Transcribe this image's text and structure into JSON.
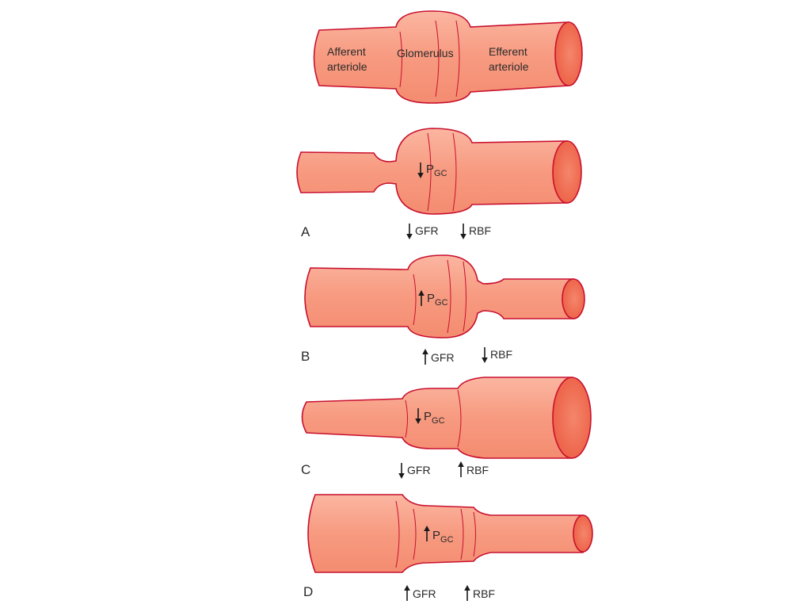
{
  "colors": {
    "fill": "#f79a80",
    "fill_light": "#fbb8a3",
    "stroke": "#c8102e",
    "inner": "#f06a50",
    "text": "#2a2a2a"
  },
  "top": {
    "afferent": [
      "Afferent",
      "arteriole"
    ],
    "glomerulus": "Glomerulus",
    "efferent": [
      "Efferent",
      "arteriole"
    ]
  },
  "panels": [
    {
      "letter": "A",
      "pgc": {
        "arrow": "down",
        "P": "P",
        "sub": "GC"
      },
      "gfr": {
        "arrow": "down",
        "label": "GFR"
      },
      "rbf": {
        "arrow": "down",
        "label": "RBF"
      }
    },
    {
      "letter": "B",
      "pgc": {
        "arrow": "up",
        "P": "P",
        "sub": "GC"
      },
      "gfr": {
        "arrow": "up",
        "label": "GFR"
      },
      "rbf": {
        "arrow": "down",
        "label": "RBF"
      }
    },
    {
      "letter": "C",
      "pgc": {
        "arrow": "down",
        "P": "P",
        "sub": "GC"
      },
      "gfr": {
        "arrow": "down",
        "label": "GFR"
      },
      "rbf": {
        "arrow": "up",
        "label": "RBF"
      }
    },
    {
      "letter": "D",
      "pgc": {
        "arrow": "up",
        "P": "P",
        "sub": "GC"
      },
      "gfr": {
        "arrow": "up",
        "label": "GFR"
      },
      "rbf": {
        "arrow": "up",
        "label": "RBF"
      }
    }
  ]
}
